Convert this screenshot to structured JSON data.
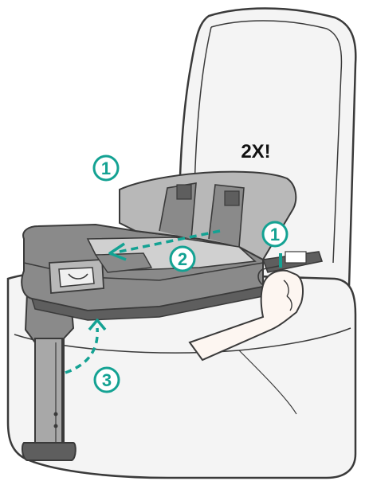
{
  "note": "2X!",
  "steps": {
    "top_left": "1",
    "right": "1",
    "middle": "2",
    "bottom": "3"
  },
  "colors": {
    "accent": "#14a293",
    "outline": "#3a3a3a",
    "seat_fill": "#f4f4f4",
    "base_dark": "#5e5e5e",
    "base_mid": "#8a8a8a",
    "base_light": "#b8b8b8",
    "skin": "#fdf6f1"
  }
}
